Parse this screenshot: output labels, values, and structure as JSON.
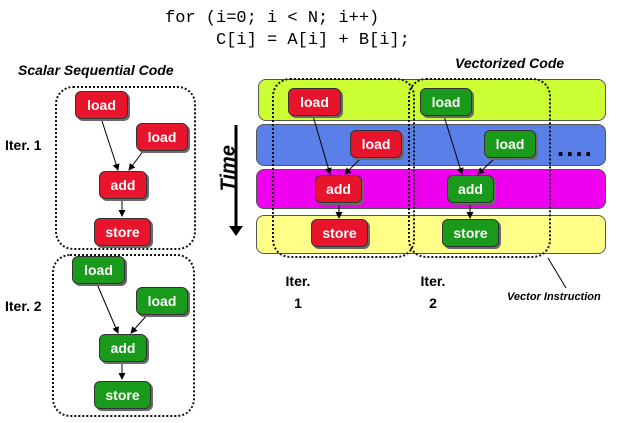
{
  "code": {
    "line1": "for (i=0; i < N; i++)",
    "line2": "     C[i] = A[i] + B[i];"
  },
  "scalar": {
    "title": "Scalar Sequential Code",
    "iter1_label": "Iter. 1",
    "iter2_label": "Iter. 2",
    "iter1_nodes": {
      "load1": "load",
      "load2": "load",
      "add": "add",
      "store": "store"
    },
    "iter2_nodes": {
      "load1": "load",
      "load2": "load",
      "add": "add",
      "store": "store"
    }
  },
  "vector": {
    "title": "Vectorized Code",
    "time_label": "Time",
    "continuation": "....",
    "iter1_label_top": "Iter.",
    "iter1_label_num": "1",
    "iter2_label_top": "Iter.",
    "iter2_label_num": "2",
    "vector_instruction_label": "Vector Instruction",
    "iter1_nodes": {
      "load1": "load",
      "load2": "load",
      "add": "add",
      "store": "store"
    },
    "iter2_nodes": {
      "load1": "load",
      "load2": "load",
      "add": "add",
      "store": "store"
    }
  },
  "colors": {
    "band_lime": "#ccff33",
    "band_blue": "#5b7fe8",
    "band_magenta": "#ee00ee",
    "band_yellow": "#ffff88",
    "iter1_node": "#e8142c",
    "iter2_node": "#1a9a1a"
  }
}
